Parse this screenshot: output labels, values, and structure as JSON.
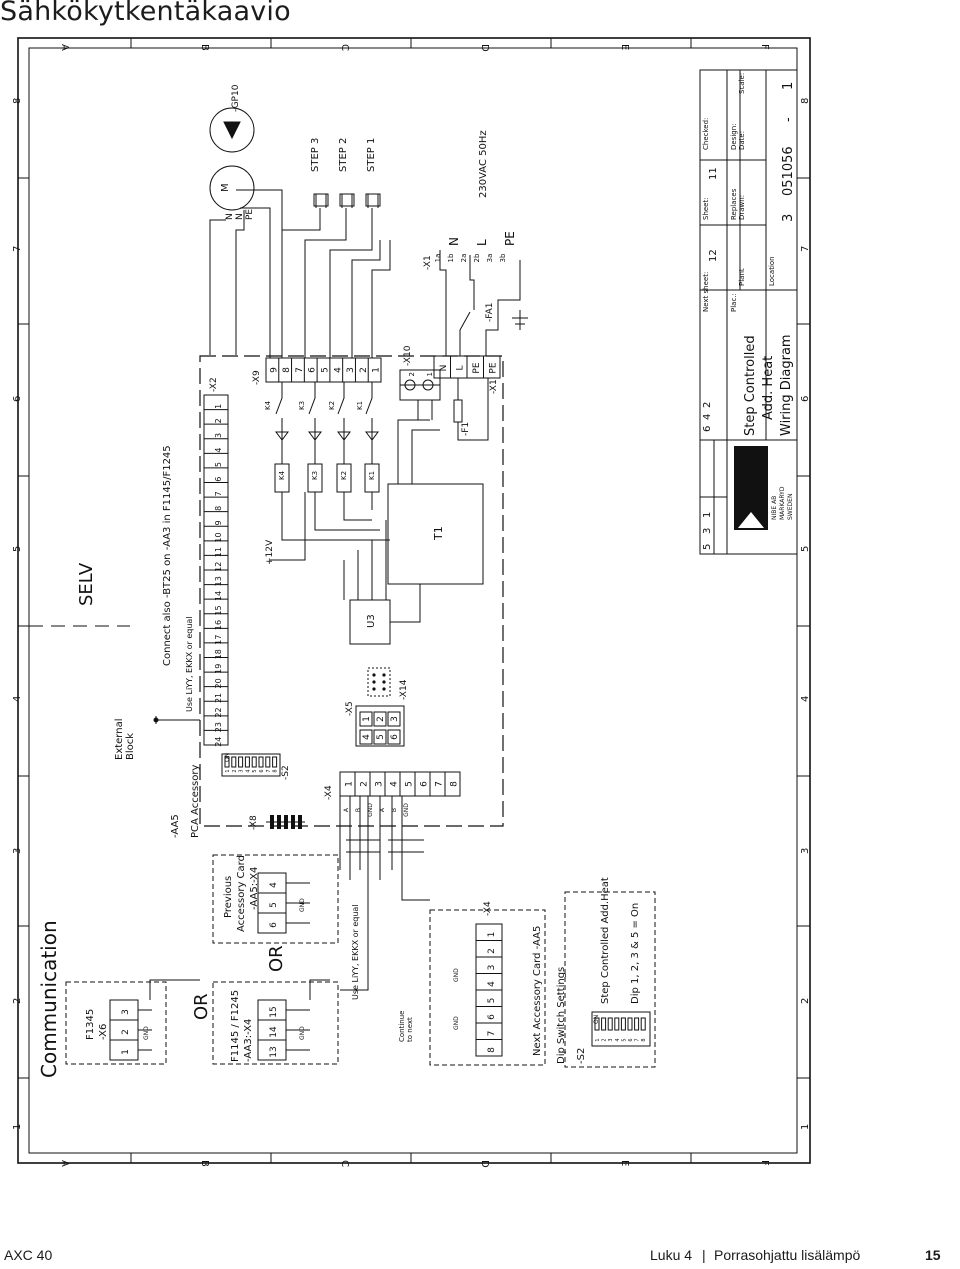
{
  "page": {
    "title": "Sähkökytkentäkaavio",
    "footer_left": "AXC 40",
    "footer_chapter": "Luku 4",
    "footer_sep": "|",
    "footer_section": "Porrasohjattu lisälämpö",
    "page_number": "15"
  },
  "frame": {
    "rows": [
      "A",
      "B",
      "C",
      "D",
      "E",
      "F"
    ],
    "cols": [
      "1",
      "2",
      "3",
      "4",
      "5",
      "6",
      "7",
      "8"
    ]
  },
  "labels": {
    "communication": "Communication",
    "selv": "SELV",
    "or1": "OR",
    "or2": "OR",
    "f1345": "F1345",
    "f1345_x6": "-X6",
    "f1145": "F1145 / F1245",
    "f1145_x4": "-AA3:-X4",
    "prev1": "Previous",
    "prev2": "Accessory Card",
    "prev3": "-AA5:-X4",
    "use_liyy": "Use LiYY, EKKX or equal",
    "use_liyy2": "Use LiYY, EKKX or equal",
    "aa5": "-AA5",
    "pca": "PCA Accessory",
    "x8": "-X8",
    "ext1": "External",
    "ext2": "Block",
    "connect": "Connect also -BT25 on -AA3 in F1145/F1245",
    "x2": "-X2",
    "x9": "-X9",
    "x4": "-X4",
    "x5": "-X5",
    "x14": "-X14",
    "s2": "-S2",
    "on": "ON",
    "u3": "U3",
    "t1": "T1",
    "plus12": "+12V",
    "x10": "-X10",
    "f1": "-F1",
    "x1b": "-X1",
    "x1": "-X1",
    "fa1": "-FA1",
    "v230": "230VAC 50Hz",
    "gp10": "-GP10",
    "step3": "STEP 3",
    "step2": "STEP 2",
    "step1": "STEP 1",
    "continue1": "Continue",
    "continue2": "to next",
    "next_card": "Next Accessory Card -AA5",
    "next_x4": "-X4",
    "dip_title": "Dip Switch Settings",
    "dip_s2": "-S2",
    "dip_line1": "Step Controlled Add.Heat",
    "dip_line2": "Dip 1, 2, 3 & 5 = On",
    "n": "N",
    "l": "L",
    "pe": "PE",
    "k1": "K1",
    "k2": "K2",
    "k3": "K3",
    "k4": "K4",
    "m1": "M",
    "gnd": "GND",
    "a": "A",
    "b": "B"
  },
  "title_block": {
    "company": "NIBE",
    "company_sub1": "NIBE AB",
    "company_sub2": "MARKARYD",
    "company_sub3": "SWEDEN",
    "title1": "Step Controlled",
    "title2": "Add. Heat",
    "title3": "Wiring Diagram",
    "next_sheet_label": "Next sheet:",
    "next_sheet": "12",
    "sheet_label": "Sheet:",
    "sheet": "11",
    "checked_label": "Checked:",
    "plac_label": "Plac.:",
    "replaces_label": "Replaces",
    "design_label": "Design:",
    "plant_label": "Plant",
    "drawn_label": "Drawn:",
    "date_label": "Date:",
    "scale_label": "Scale:",
    "location_label": "Location",
    "doc_prefix": "3",
    "doc_number": "051056",
    "doc_dash": "-",
    "doc_rev": "1",
    "rev_cols1": [
      "5",
      "3",
      "1"
    ],
    "rev_cols2": [
      "6",
      "4",
      "2"
    ]
  },
  "x2_terms": [
    "24",
    "23",
    "22",
    "21",
    "20",
    "19",
    "18",
    "17",
    "16",
    "15",
    "14",
    "13",
    "12",
    "11",
    "10",
    "9",
    "8",
    "7",
    "6",
    "5",
    "4",
    "3",
    "2",
    "1"
  ],
  "x9_terms": [
    "9",
    "8",
    "7",
    "6",
    "5",
    "4",
    "3",
    "2",
    "1"
  ],
  "x4_terms": [
    "1",
    "2",
    "3",
    "4",
    "5",
    "6",
    "7",
    "8"
  ],
  "x4_sub": [
    "A",
    "B",
    "GND",
    "A",
    "B",
    "GND"
  ],
  "x5_terms": [
    "1",
    "2",
    "3",
    "4",
    "5",
    "6"
  ],
  "next_x4_terms": [
    "8",
    "7",
    "6",
    "5",
    "4",
    "3",
    "2",
    "1"
  ],
  "f1345_terms": [
    "1",
    "2",
    "3"
  ],
  "f1145_terms": [
    "13",
    "14",
    "15"
  ],
  "prev_terms": [
    "6",
    "5",
    "4"
  ],
  "dip_numbers": [
    "1",
    "2",
    "3",
    "4",
    "5",
    "6",
    "7",
    "8"
  ],
  "x10_terms": [
    "2",
    "1"
  ],
  "x1_right_terms": [
    "1a",
    "1b",
    "2a",
    "2b",
    "3a",
    "3b"
  ],
  "x1_left_terms": [
    "N",
    "L",
    "PE",
    "PE"
  ]
}
